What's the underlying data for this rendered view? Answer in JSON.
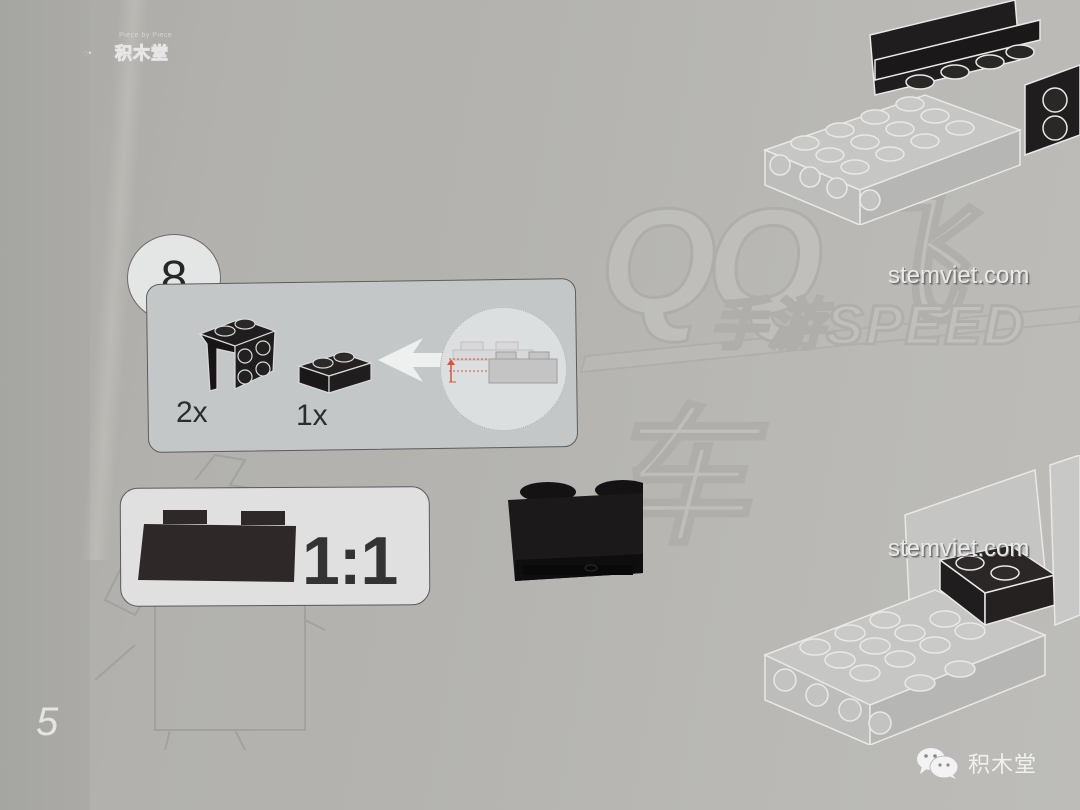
{
  "header": {
    "logo_small_text": "Piece by Piece",
    "logo_brand": "积木堂"
  },
  "step": {
    "number": "8",
    "parts": [
      {
        "name": "bracket-1x2-2x2",
        "quantity": "2x",
        "color": "#1f1d1d"
      },
      {
        "name": "brick-1x2",
        "quantity": "1x",
        "color": "#1f1d1d"
      }
    ],
    "detail_callout": "height-offset-diagram",
    "accent_color": "#e0533a"
  },
  "scale_reference": {
    "label": "1:1",
    "brick_color": "#2e2828"
  },
  "background_logo": {
    "title_glyphs": "QQ飞车",
    "subtitle": "手游SPEED"
  },
  "page_number": "5",
  "watermarks": [
    {
      "text": "stemviet.com"
    },
    {
      "text": "stemviet.com"
    }
  ],
  "footer": {
    "wechat_label": "积木堂"
  },
  "colors": {
    "paper": "#b4b3af",
    "panel": "#c3c7c8",
    "scale_box": "#dfe0df",
    "brick_black": "#1f1d1d",
    "ghost_brick": "#c9c9c7"
  }
}
